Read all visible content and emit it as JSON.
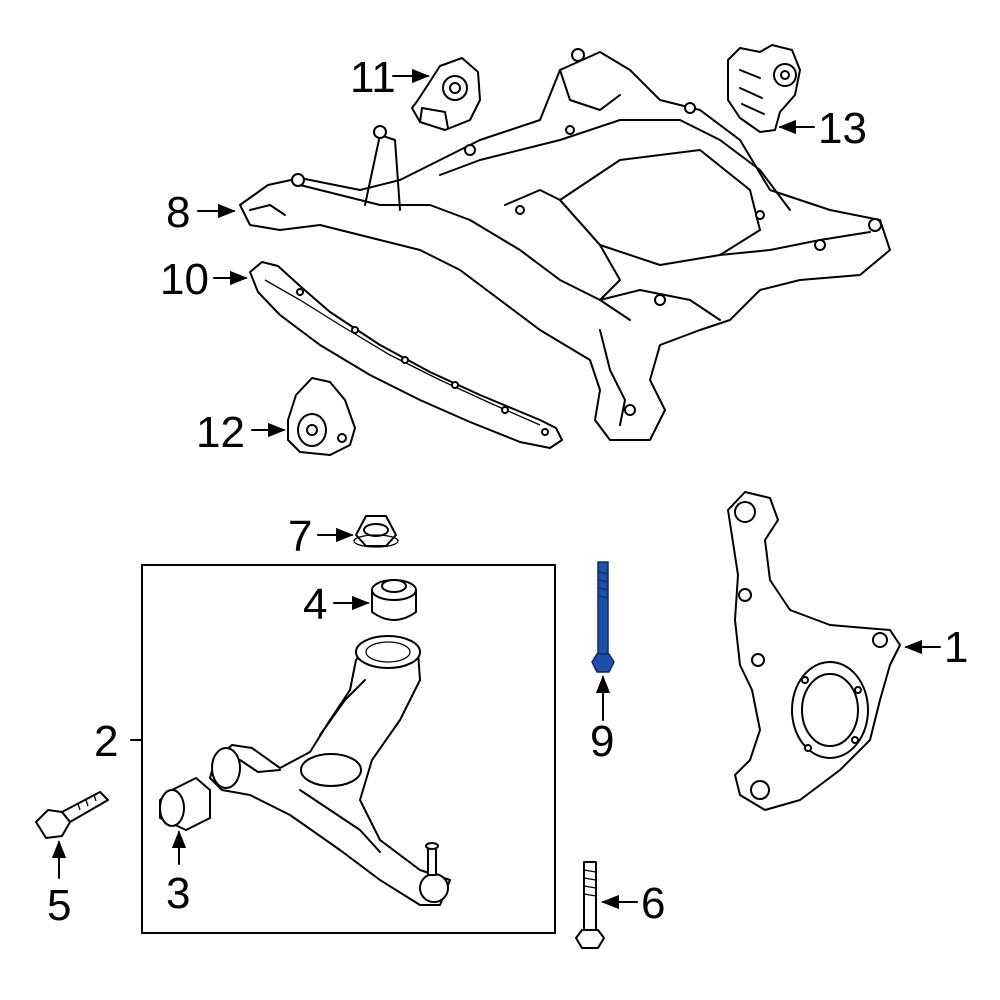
{
  "diagram": {
    "title": "",
    "callouts": [
      {
        "id": "c1",
        "label": "1"
      },
      {
        "id": "c2",
        "label": "2"
      },
      {
        "id": "c3",
        "label": "3"
      },
      {
        "id": "c4",
        "label": "4"
      },
      {
        "id": "c5",
        "label": "5"
      },
      {
        "id": "c6",
        "label": "6"
      },
      {
        "id": "c7",
        "label": "7"
      },
      {
        "id": "c8",
        "label": "8"
      },
      {
        "id": "c9",
        "label": "9"
      },
      {
        "id": "c10",
        "label": "10"
      },
      {
        "id": "c11",
        "label": "11"
      },
      {
        "id": "c12",
        "label": "12"
      },
      {
        "id": "c13",
        "label": "13"
      }
    ],
    "highlight_color": "#1f4fa8",
    "highlighted_part": "9"
  }
}
